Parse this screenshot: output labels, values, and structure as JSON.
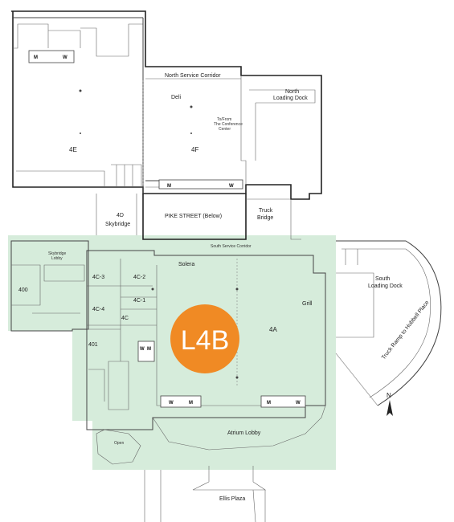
{
  "colors": {
    "highlight_area": "#d6ecdb",
    "badge": "#f08a24",
    "badge_text": "#ffffff",
    "walls": "#444444"
  },
  "badge": {
    "label": "L4B"
  },
  "rooms": {
    "r4e": "4E",
    "r4f": "4F",
    "r4d": "4D",
    "skybridge": "Skybridge",
    "pike": "PIKE STREET (Below)",
    "truck": "Truck",
    "bridge": "Bridge",
    "north_service": "North Service Corridor",
    "deli": "Deli",
    "north_loading_1": "North",
    "north_loading_2": "Loading Dock",
    "to_from_1": "To/From",
    "to_from_2": "The Conference",
    "to_from_3": "Center",
    "south_service": "South Service Corridor",
    "solera": "Solera",
    "skybridge_lobby_1": "Skybridge",
    "skybridge_lobby_2": "Lobby",
    "r400": "400",
    "r4c3": "4C-3",
    "r4c2": "4C-2",
    "r4c1": "4C-1",
    "r4c4": "4C-4",
    "r4c": "4C",
    "r401": "401",
    "r4a": "4A",
    "grill": "Grill",
    "south_loading_1": "South",
    "south_loading_2": "Loading Dock",
    "truck_ramp": "Truck Ramp to Hubbell Place",
    "atrium": "Atrium Lobby",
    "open": "Open",
    "ellis": "Ellis Plaza",
    "north_arrow": "N"
  },
  "restroom": {
    "men": "M",
    "women": "W"
  }
}
